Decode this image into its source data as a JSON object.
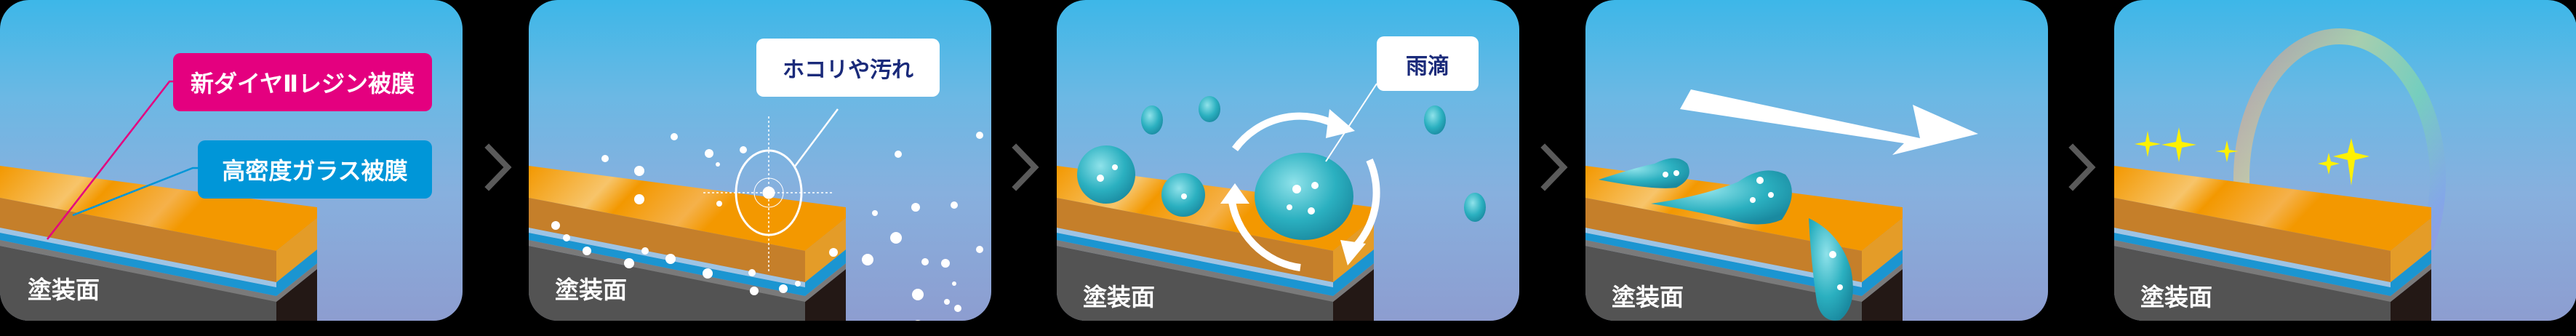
{
  "panels": [
    {
      "id": 1,
      "base_label": "塗装面",
      "callouts": [
        {
          "text": "新ダイヤⅡレジン被膜",
          "style": "pink",
          "color": "#e4007f"
        },
        {
          "text": "高密度ガラス被膜",
          "style": "blue",
          "color": "#0096d8"
        }
      ]
    },
    {
      "id": 2,
      "base_label": "塗装面",
      "callouts": [
        {
          "text": "ホコリや汚れ",
          "style": "white",
          "color": "#ffffff"
        }
      ]
    },
    {
      "id": 3,
      "base_label": "塗装面",
      "callouts": [
        {
          "text": "雨滴",
          "style": "white",
          "color": "#ffffff"
        }
      ]
    },
    {
      "id": 4,
      "base_label": "塗装面",
      "callouts": []
    },
    {
      "id": 5,
      "base_label": "塗装面",
      "callouts": []
    }
  ],
  "colors": {
    "sky_top": "#3db7e8",
    "sky_bottom": "#8d9dd0",
    "resin_top": "#f39800",
    "resin_side": "#c57f2a",
    "glass_light": "#9ec4e4",
    "glass": "#1b95d1",
    "paint_edge": "#7a7a7a",
    "paint": "#535353",
    "paint_dark": "#231815",
    "chevron": "#5a5a5a",
    "sparkle": "#fff100",
    "drop": "#2bb0c0"
  },
  "steps_count": 5
}
